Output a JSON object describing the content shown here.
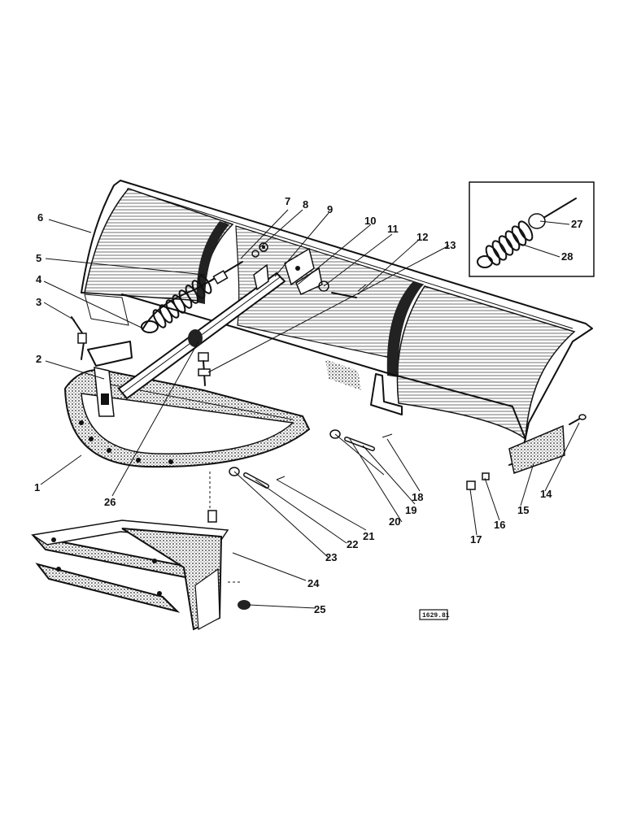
{
  "diagram": {
    "reference_code": "1629.81",
    "callouts": [
      "1",
      "2",
      "3",
      "4",
      "5",
      "6",
      "7",
      "8",
      "9",
      "10",
      "11",
      "12",
      "13",
      "14",
      "15",
      "16",
      "17",
      "18",
      "19",
      "20",
      "21",
      "22",
      "23",
      "24",
      "25",
      "26",
      "27",
      "28"
    ]
  }
}
